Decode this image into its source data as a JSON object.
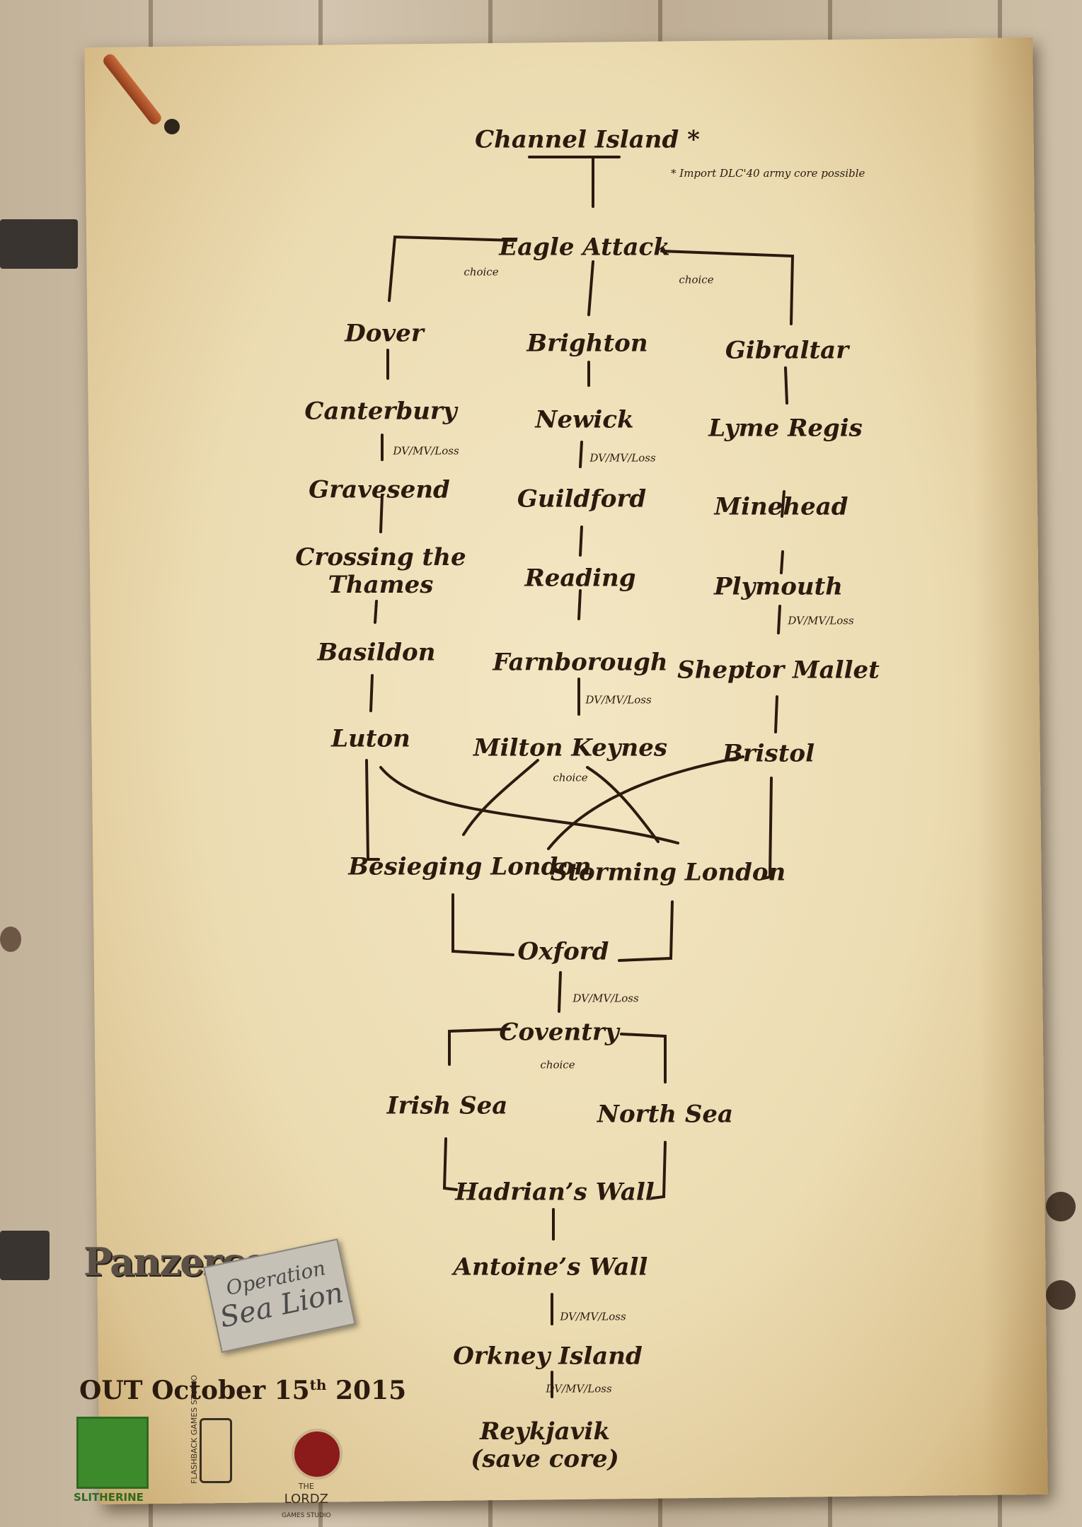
{
  "nodes": {
    "channel_island": "Channel Island *",
    "eagle_attack": "Eagle Attack",
    "dover": "Dover",
    "brighton": "Brighton",
    "gibraltar": "Gibraltar",
    "canterbury": "Canterbury",
    "newick": "Newick",
    "lyme_regis": "Lyme Regis",
    "gravesend": "Gravesend",
    "guildford": "Guildford",
    "minehead": "Minehead",
    "crossing_thames_1": "Crossing the",
    "crossing_thames_2": "Thames",
    "reading": "Reading",
    "plymouth": "Plymouth",
    "basildon": "Basildon",
    "farnborough": "Farnborough",
    "sheptor_mallet": "Sheptor Mallet",
    "luton": "Luton",
    "milton_keynes": "Milton Keynes",
    "bristol": "Bristol",
    "besieging_london": "Besieging London",
    "storming_london": "Storming London",
    "oxford": "Oxford",
    "coventry": "Coventry",
    "irish_sea": "Irish Sea",
    "north_sea": "North Sea",
    "hadrians_wall": "Hadrian’s Wall",
    "antoines_wall": "Antoine’s Wall",
    "orkney_island": "Orkney Island",
    "reykjavik_1": "Reykjavik",
    "reykjavik_2": "(save core)"
  },
  "labels": {
    "import_note": "* Import DLC'40 army core possible",
    "choice": "choice",
    "dv": "DV/MV/Loss"
  },
  "branding": {
    "game_title": "Panzercorps",
    "subtitle_1": "Operation",
    "subtitle_2": "Sea Lion",
    "release_prefix": "OUT October 15",
    "release_sup": "th",
    "release_year": "2015",
    "slitherine": "SLITHERINE",
    "flashback": "FLASHBACK GAMES STUDIO",
    "lordz_1": "THE",
    "lordz_2": "LORDZ",
    "lordz_3": "GAMES STUDIO"
  }
}
